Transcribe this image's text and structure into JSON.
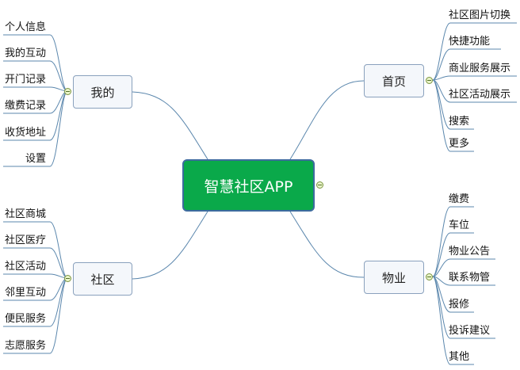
{
  "central": {
    "label": "智慧社区APP"
  },
  "branches": {
    "wode": {
      "label": "我的",
      "items": [
        "个人信息",
        "我的互动",
        "开门记录",
        "缴费记录",
        "收货地址",
        "设置"
      ]
    },
    "shequ": {
      "label": "社区",
      "items": [
        "社区商城",
        "社区医疗",
        "社区活动",
        "邻里互动",
        "便民服务",
        "志愿服务"
      ]
    },
    "shouye": {
      "label": "首页",
      "items": [
        "社区图片切换",
        "快捷功能",
        "商业服务展示",
        "社区活动展示",
        "搜索",
        "更多"
      ]
    },
    "wuye": {
      "label": "物业",
      "items": [
        "缴费",
        "车位",
        "物业公告",
        "联系物管",
        "报修",
        "投诉建议",
        "其他"
      ]
    }
  },
  "colors": {
    "central_fill": "#0aa94a",
    "central_border": "#3d6b9e",
    "branch_border": "#8aa1bd",
    "connector": "#5b87ad",
    "toggle_fill": "#e9f5c8"
  },
  "icons": [
    "collapse-toggle-icon"
  ]
}
